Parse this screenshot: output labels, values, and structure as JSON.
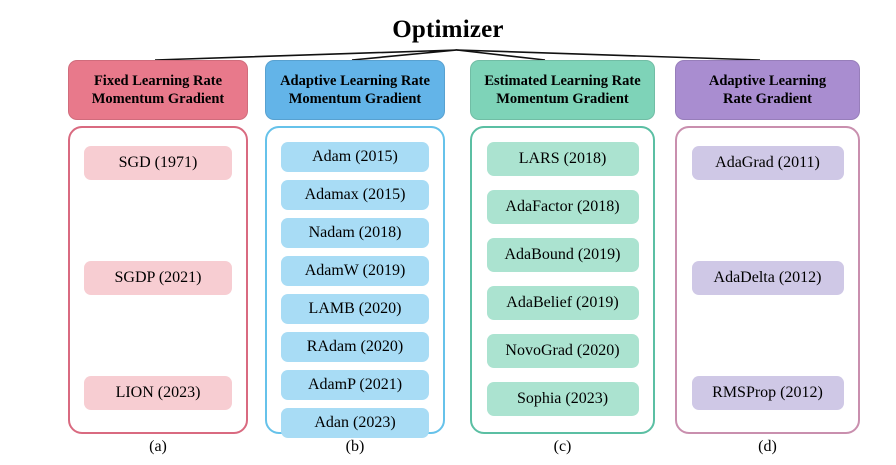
{
  "title": "Optimizer",
  "palette": {
    "pink_header": "#e8798b",
    "pink_pill": "#f7cdd2",
    "pink_border": "#d96a80",
    "blue_header": "#63b4e8",
    "blue_pill": "#a8dcf5",
    "blue_border": "#66c2ea",
    "teal_header": "#7ed3b8",
    "teal_pill": "#abe3d0",
    "teal_border": "#5bbfa3",
    "purple_header": "#a98dd0",
    "purple_pill": "#cfc8e6",
    "purple_border": "#c98fae"
  },
  "columns": [
    {
      "id": "a",
      "header": "Fixed Learning Rate Momentum Gradient",
      "header_lines": [
        "Fixed Learning Rate",
        "Momentum Gradient"
      ],
      "caption": "(a)",
      "layout": "spread",
      "items": [
        "SGD (1971)",
        "SGDP (2021)",
        "LION (2023)"
      ]
    },
    {
      "id": "b",
      "header": "Adaptive Learning Rate Momentum Gradient",
      "header_lines": [
        "Adaptive Learning Rate",
        "Momentum Gradient"
      ],
      "caption": "(b)",
      "layout": "tight",
      "items": [
        "Adam (2015)",
        "Adamax (2015)",
        "Nadam (2018)",
        "AdamW (2019)",
        "LAMB (2020)",
        "RAdam (2020)",
        "AdamP (2021)",
        "Adan (2023)"
      ]
    },
    {
      "id": "c",
      "header": "Estimated Learning Rate Momentum Gradient",
      "header_lines": [
        "Estimated Learning Rate",
        "Momentum Gradient"
      ],
      "caption": "(c)",
      "layout": "tightc",
      "items": [
        "LARS (2018)",
        "AdaFactor (2018)",
        "AdaBound (2019)",
        "AdaBelief (2019)",
        "NovoGrad (2020)",
        "Sophia (2023)"
      ]
    },
    {
      "id": "d",
      "header": "Adaptive Learning Rate Gradient",
      "header_lines": [
        "Adaptive Learning",
        "Rate Gradient"
      ],
      "caption": "(d)",
      "layout": "spread",
      "items": [
        "AdaGrad (2011)",
        "AdaDelta (2012)",
        "RMSProp (2012)"
      ]
    }
  ]
}
